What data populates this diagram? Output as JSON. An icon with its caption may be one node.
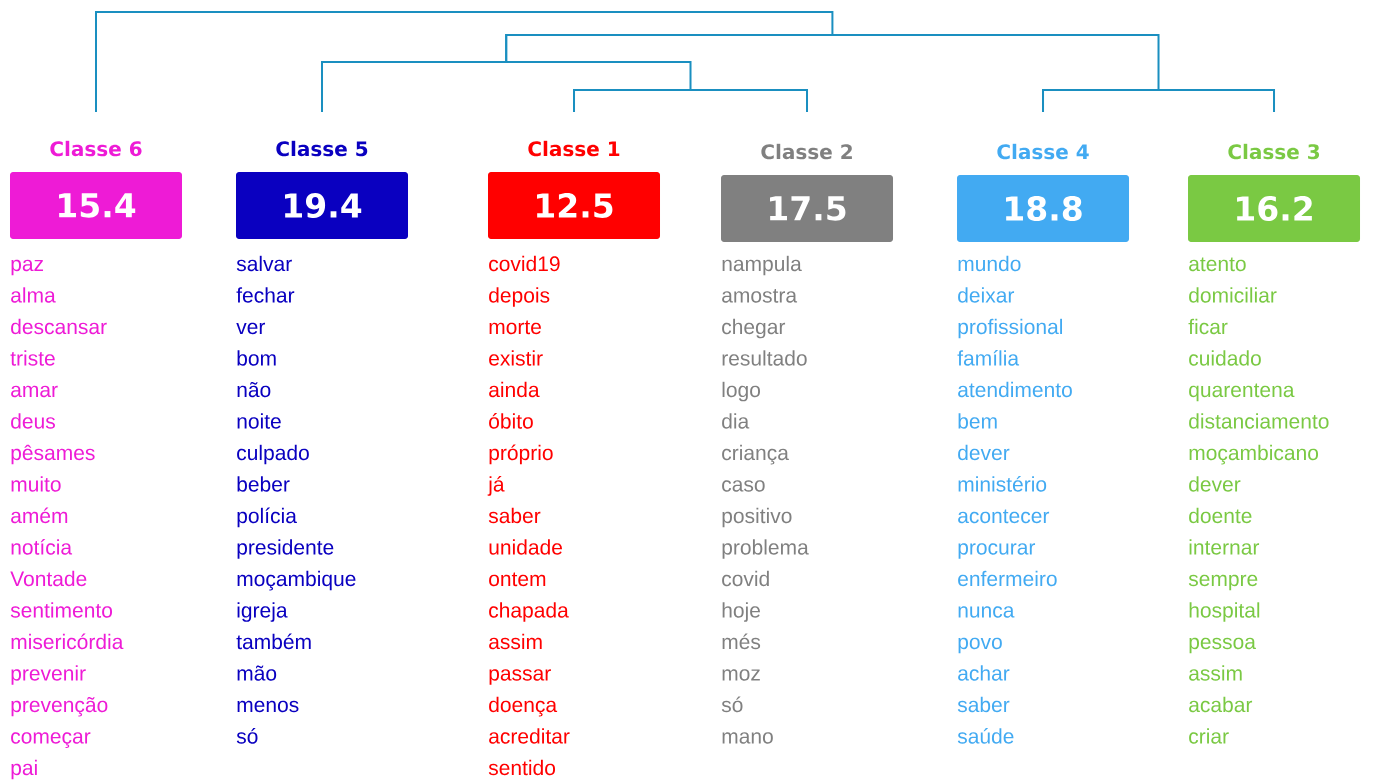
{
  "diagram": {
    "nodes": [
      {
        "text": [
          "Classe 6",
          "15.4"
        ],
        "beside": [
          "paz",
          "alma",
          "descansar",
          "triste",
          "amar",
          "deus",
          "pêsames",
          "muito",
          "amém",
          "notícia",
          "Vontade",
          "sentimento",
          "misericórdia",
          "prevenir",
          "prevenção",
          "começar",
          "pai"
        ]
      },
      {
        "text": [
          "Classe 5",
          "19.4"
        ],
        "beside": [
          "salvar",
          "fechar",
          "ver",
          "bom",
          "não",
          "noite",
          "culpado",
          "beber",
          "polícia",
          "presidente",
          "moçambique",
          "igreja",
          "também",
          "mão",
          "menos",
          "só"
        ]
      },
      {
        "text": [
          "Classe 1",
          "12.5"
        ],
        "beside": [
          "covid19",
          "depois",
          "morte",
          "existir",
          "ainda",
          "óbito",
          "próprio",
          "já",
          "saber",
          "unidade",
          "ontem",
          "chapada",
          "assim",
          "passar",
          "doença",
          "acreditar",
          "sentido"
        ]
      },
      {
        "text": [
          "Classe 2",
          "17.5"
        ],
        "beside": [
          "nampula",
          "amostra",
          "chegar",
          "resultado",
          "logo",
          "dia",
          "criança",
          "caso",
          "positivo",
          "problema",
          "covid",
          "hoje",
          "més",
          "moz",
          "só",
          "mano"
        ]
      },
      {
        "text": [
          "Classe 4",
          "18.8"
        ],
        "beside": [
          "mundo",
          "deixar",
          "profissional",
          "família",
          "atendimento",
          "bem",
          "dever",
          "ministério",
          "acontecer",
          "procurar",
          "enfermeiro",
          "nunca",
          "povo",
          "achar",
          "saber",
          "saúde"
        ]
      },
      {
        "text": [
          "Classe 3",
          "16.2"
        ],
        "beside": [
          "atento",
          "domiciliar",
          "ficar",
          "cuidado",
          "quarentena",
          "distanciamento",
          "moçambicano",
          "dever",
          "doente",
          "internar",
          "sempre",
          "hospital",
          "pessoa",
          "assim",
          "acabar",
          "criar"
        ]
      }
    ],
    "edges": [
      {
        "from": 2,
        "to": 3,
        "arrow": "none"
      },
      {
        "from": 4,
        "to": 5,
        "arrow": "none"
      },
      {
        "from": 1,
        "to": 2,
        "arrow": "none"
      },
      {
        "from": 1,
        "to": 4,
        "arrow": "none"
      },
      {
        "from": 0,
        "to": 1,
        "arrow": "none"
      }
    ]
  }
}
